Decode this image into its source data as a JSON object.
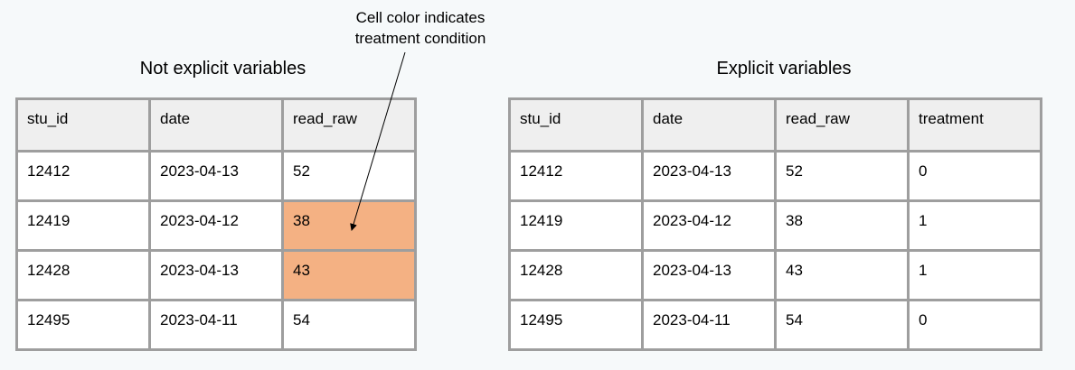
{
  "annotation": {
    "line1": "Cell color indicates",
    "line2": "treatment condition"
  },
  "left_table": {
    "title": "Not explicit variables",
    "columns": [
      "stu_id",
      "date",
      "read_raw"
    ],
    "rows": [
      [
        "12412",
        "2023-04-13",
        "52"
      ],
      [
        "12419",
        "2023-04-12",
        "38"
      ],
      [
        "12428",
        "2023-04-13",
        "43"
      ],
      [
        "12495",
        "2023-04-11",
        "54"
      ]
    ],
    "highlight_color": "#f4b183"
  },
  "right_table": {
    "title": "Explicit variables",
    "columns": [
      "stu_id",
      "date",
      "read_raw",
      "treatment"
    ],
    "rows": [
      [
        "12412",
        "2023-04-13",
        "52",
        "0"
      ],
      [
        "12419",
        "2023-04-12",
        "38",
        "1"
      ],
      [
        "12428",
        "2023-04-13",
        "43",
        "1"
      ],
      [
        "12495",
        "2023-04-11",
        "54",
        "0"
      ]
    ]
  },
  "colors": {
    "background": "#f6f9fa",
    "header_fill": "#efefef",
    "border": "#9e9e9e",
    "highlight": "#f4b183"
  }
}
